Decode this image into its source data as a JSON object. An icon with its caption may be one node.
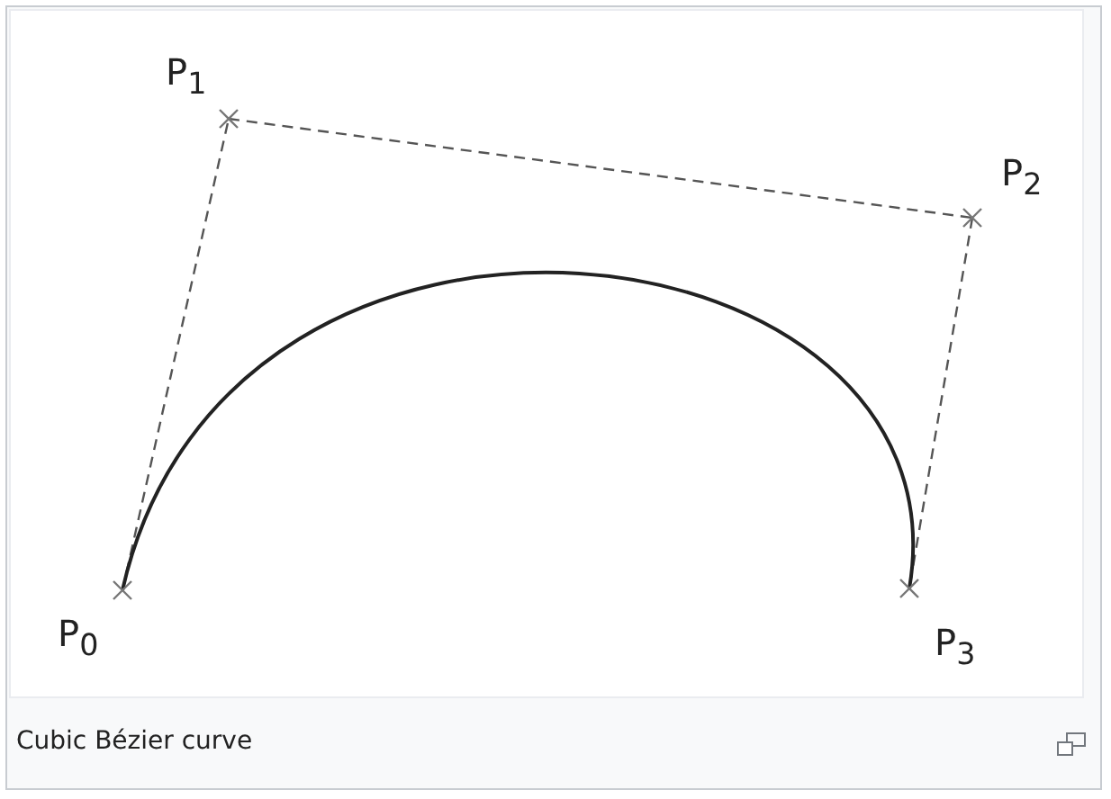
{
  "diagram": {
    "caption": "Cubic Bézier curve",
    "nodes": [
      {
        "text": [
          "P$_{0}$"
        ]
      },
      {
        "text": [
          "P$_{1}$"
        ]
      },
      {
        "text": [
          "P$_{2}$"
        ]
      },
      {
        "text": [
          "P$_{3}$"
        ]
      }
    ],
    "edges": [
      {
        "from": 0,
        "to": 1,
        "arrow": "none",
        "style": "dashed"
      },
      {
        "from": 1,
        "to": 2,
        "arrow": "none",
        "style": "dashed"
      },
      {
        "from": 2,
        "to": 3,
        "arrow": "none",
        "style": "dashed"
      },
      {
        "from": 0,
        "to": 3,
        "arrow": "none"
      }
    ]
  }
}
